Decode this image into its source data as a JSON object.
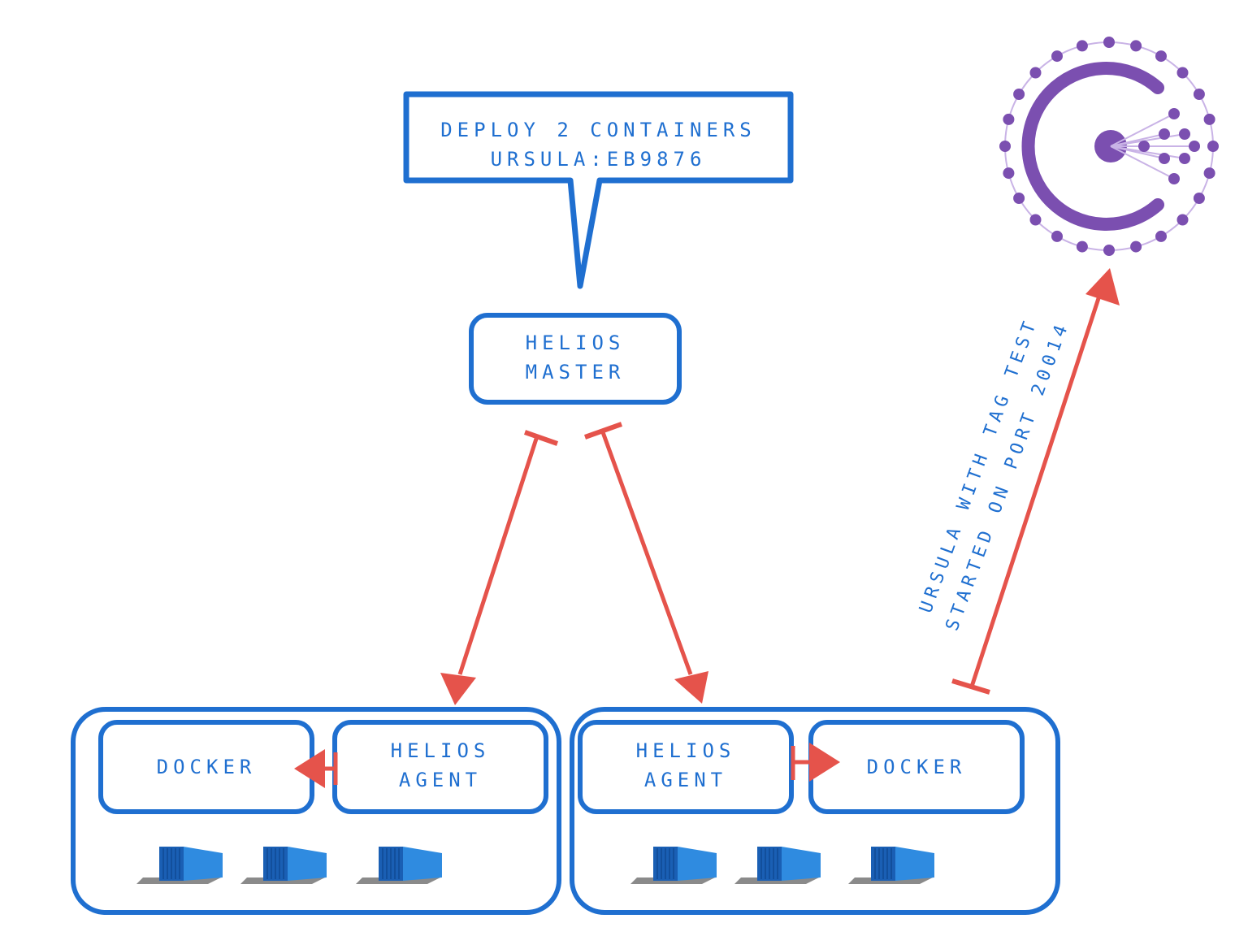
{
  "speech": {
    "line1": "DEPLOY 2 CONTAINERS",
    "line2": "URSULA:EB9876"
  },
  "master": {
    "line1": "HELIOS",
    "line2": "MASTER"
  },
  "host_left": {
    "docker": "DOCKER",
    "agent_line1": "HELIOS",
    "agent_line2": "AGENT"
  },
  "host_right": {
    "agent_line1": "HELIOS",
    "agent_line2": "AGENT",
    "docker": "DOCKER"
  },
  "annotation": {
    "line1": "URSULA WITH TAG TEST",
    "line2": "STARTED ON PORT 20014"
  },
  "colors": {
    "box": "#1f6fd0",
    "arrow": "#e5534b",
    "container": "#2f8be0",
    "container_dark": "#1a5fb4",
    "consul": "#7b4fb0",
    "consul_light": "#c9b3e6"
  },
  "icons": {
    "consul": "consul-logo-icon",
    "container": "shipping-container-icon"
  }
}
